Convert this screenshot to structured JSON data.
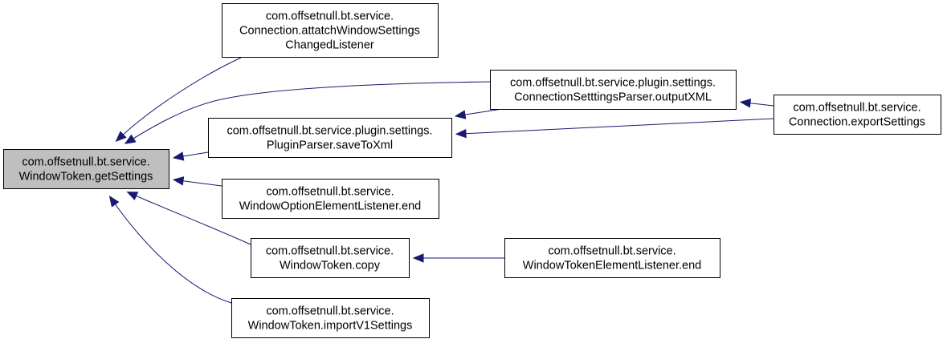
{
  "colors": {
    "edge": "#191970",
    "focus_fill": "#bfbfbf",
    "node_fill": "#ffffff",
    "node_border": "#000000"
  },
  "nodes": [
    {
      "id": "getSettings",
      "lines": [
        "com.offsetnull.bt.service.",
        "WindowToken.getSettings"
      ],
      "focused": true
    },
    {
      "id": "attatchListener",
      "lines": [
        "com.offsetnull.bt.service.",
        "Connection.attatchWindowSettings",
        "ChangedListener"
      ],
      "focused": false
    },
    {
      "id": "outputXML",
      "lines": [
        "com.offsetnull.bt.service.plugin.settings.",
        "ConnectionSetttingsParser.outputXML"
      ],
      "focused": false
    },
    {
      "id": "exportSettings",
      "lines": [
        "com.offsetnull.bt.service.",
        "Connection.exportSettings"
      ],
      "focused": false
    },
    {
      "id": "saveToXml",
      "lines": [
        "com.offsetnull.bt.service.plugin.settings.",
        "PluginParser.saveToXml"
      ],
      "focused": false
    },
    {
      "id": "optionEnd",
      "lines": [
        "com.offsetnull.bt.service.",
        "WindowOptionElementListener.end"
      ],
      "focused": false
    },
    {
      "id": "copy",
      "lines": [
        "com.offsetnull.bt.service.",
        "WindowToken.copy"
      ],
      "focused": false
    },
    {
      "id": "tokenEnd",
      "lines": [
        "com.offsetnull.bt.service.",
        "WindowTokenElementListener.end"
      ],
      "focused": false
    },
    {
      "id": "importV1",
      "lines": [
        "com.offsetnull.bt.service.",
        "WindowToken.importV1Settings"
      ],
      "focused": false
    }
  ],
  "edges": [
    {
      "from": "attatchListener",
      "to": "getSettings"
    },
    {
      "from": "outputXML",
      "to": "getSettings"
    },
    {
      "from": "saveToXml",
      "to": "getSettings"
    },
    {
      "from": "optionEnd",
      "to": "getSettings"
    },
    {
      "from": "copy",
      "to": "getSettings"
    },
    {
      "from": "importV1",
      "to": "getSettings"
    },
    {
      "from": "outputXML",
      "to": "saveToXml"
    },
    {
      "from": "exportSettings",
      "to": "saveToXml"
    },
    {
      "from": "exportSettings",
      "to": "outputXML"
    },
    {
      "from": "tokenEnd",
      "to": "copy"
    }
  ]
}
